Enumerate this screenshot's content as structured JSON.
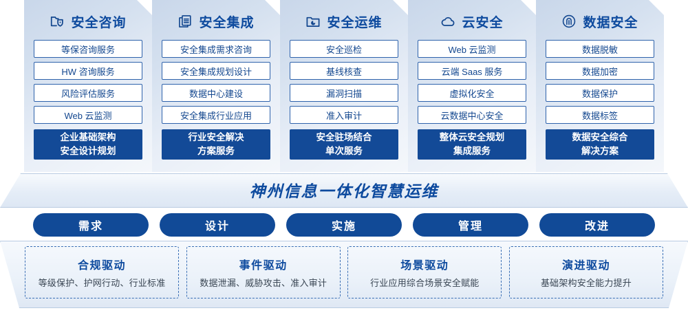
{
  "columns": [
    {
      "icon": "folder-shield-icon",
      "title": "安全咨询",
      "items": [
        "等保咨询服务",
        "HW 咨询服务",
        "风险评估服务",
        "Web 云监测"
      ],
      "highlight": [
        "企业基础架构",
        "安全设计规划"
      ]
    },
    {
      "icon": "documents-stack-icon",
      "title": "安全集成",
      "items": [
        "安全集成需求咨询",
        "安全集成规划设计",
        "数据中心建设",
        "安全集成行业应用"
      ],
      "highlight": [
        "行业安全解决",
        "方案服务"
      ]
    },
    {
      "icon": "folder-chart-icon",
      "title": "安全运维",
      "items": [
        "安全巡检",
        "基线核查",
        "漏洞扫描",
        "准入审计"
      ],
      "highlight": [
        "安全驻场结合",
        "单次服务"
      ]
    },
    {
      "icon": "cloud-icon",
      "title": "云安全",
      "items": [
        "Web 云监测",
        "云端 Saas 服务",
        "虚拟化安全",
        "云数据中心安全"
      ],
      "highlight": [
        "整体云安全规划",
        "集成服务"
      ]
    },
    {
      "icon": "fingerprint-icon",
      "title": "数据安全",
      "items": [
        "数据脱敏",
        "数据加密",
        "数据保护",
        "数据标签"
      ],
      "highlight": [
        "数据安全综合",
        "解决方案"
      ]
    }
  ],
  "banner": {
    "text": "神州信息一体化智慧运维"
  },
  "phases": [
    "需求",
    "设计",
    "实施",
    "管理",
    "改进"
  ],
  "drivers": [
    {
      "title": "合规驱动",
      "desc": "等级保护、护网行动、行业标准"
    },
    {
      "title": "事件驱动",
      "desc": "数据泄漏、威胁攻击、准入审计"
    },
    {
      "title": "场景驱动",
      "desc": "行业应用综合场景安全赋能"
    },
    {
      "title": "演进驱动",
      "desc": "基础架构安全能力提升"
    }
  ],
  "colors": {
    "primary_blue": "#0d4a9e",
    "solid_blue": "#134a97",
    "card_border": "#2e62ab",
    "panel_gradient_start": "#c9d7ea",
    "panel_gradient_end": "#f4f7fb",
    "dashed_border": "#3a6fb5"
  }
}
